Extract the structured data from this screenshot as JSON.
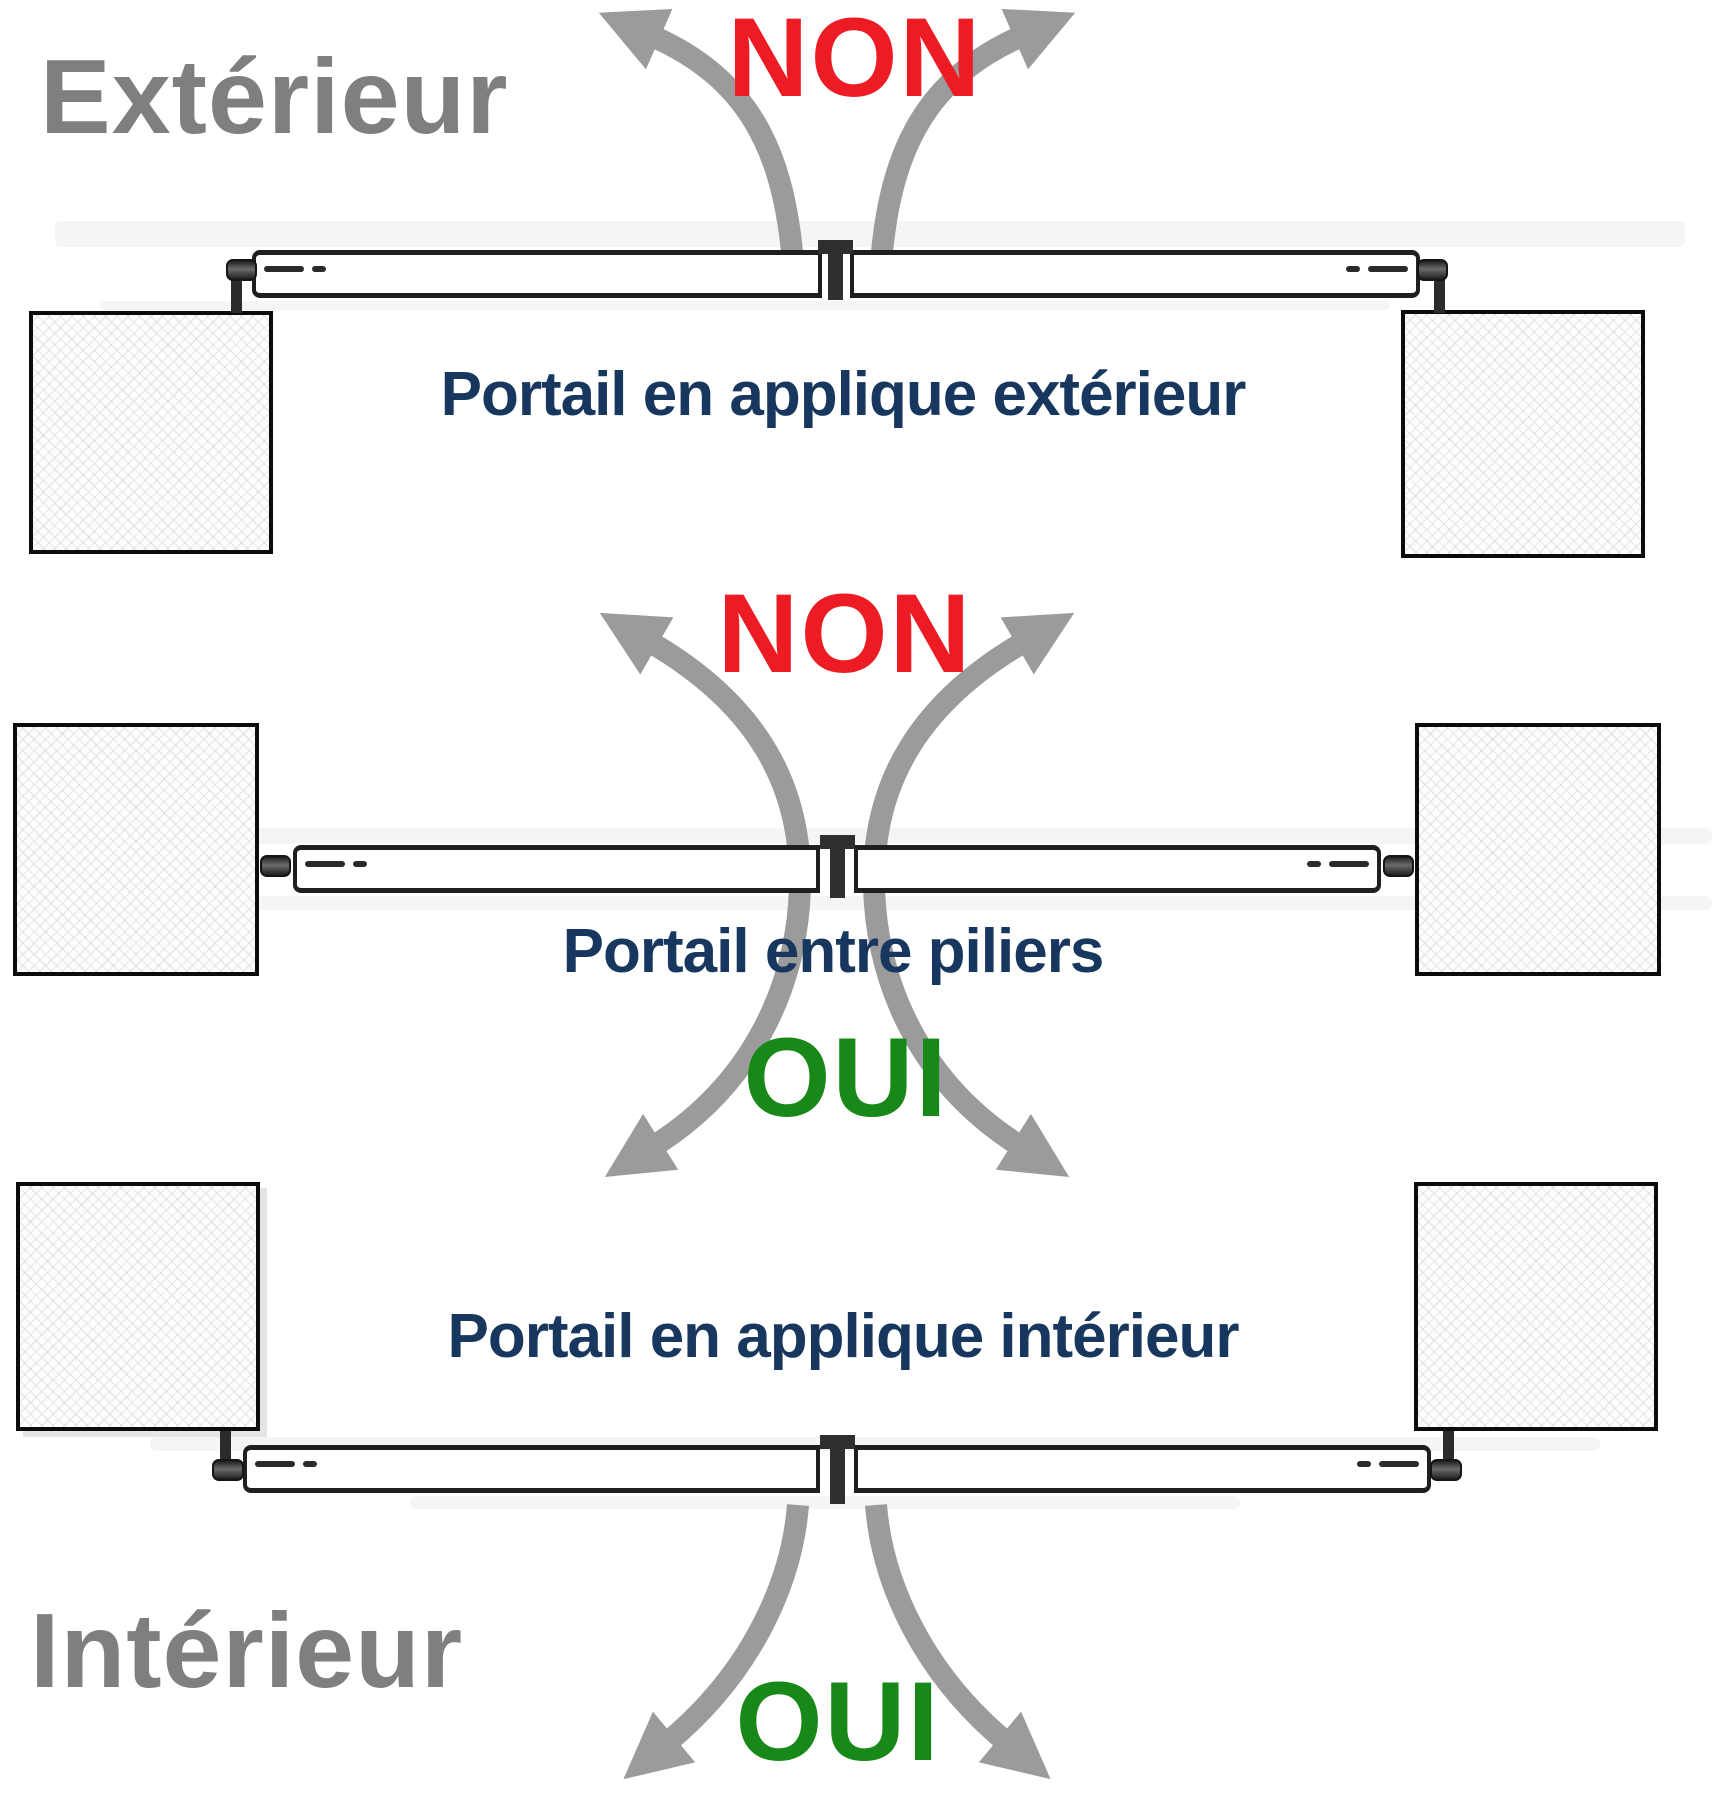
{
  "diagram": {
    "title_exterior": "Extérieur",
    "title_interior": "Intérieur",
    "sections": [
      {
        "id": "gate-surface-mounted-exterior",
        "caption": "Portail en applique extérieur",
        "verdicts": [
          {
            "text": "NON",
            "meaning": "opening toward exterior not allowed"
          }
        ]
      },
      {
        "id": "gate-between-pillars",
        "caption": "Portail entre piliers",
        "verdicts": [
          {
            "text": "NON",
            "meaning": "opening toward exterior not allowed"
          },
          {
            "text": "OUI",
            "meaning": "opening toward interior allowed"
          }
        ]
      },
      {
        "id": "gate-surface-mounted-interior",
        "caption": "Portail en applique intérieur",
        "verdicts": [
          {
            "text": "OUI",
            "meaning": "opening toward interior allowed"
          }
        ]
      }
    ],
    "colors": {
      "no_red": "#ED1C24",
      "yes_green": "#188818",
      "caption_blue": "#17375E",
      "side_label_gray": "#7F7F7F",
      "arrow_gray": "#9B9B9B",
      "line_dark": "#1F1F1F"
    }
  }
}
